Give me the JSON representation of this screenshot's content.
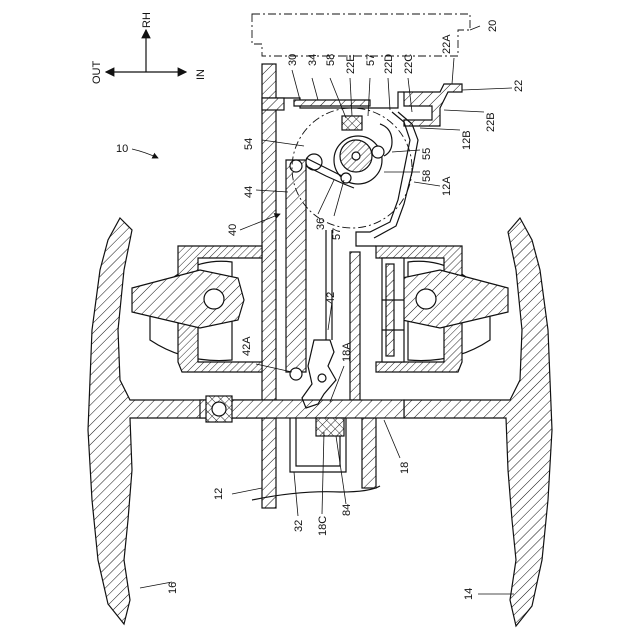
{
  "figure": {
    "directions": {
      "up": "RH",
      "left": "OUT",
      "right": "IN"
    },
    "assembly_ref": "10",
    "labels": {
      "l20": "20",
      "l22": "22",
      "l22A": "22A",
      "l22B": "22B",
      "l22C": "22C",
      "l22D": "22D",
      "l22E": "22E",
      "l30": "30",
      "l34": "34",
      "l58a": "58",
      "l57a": "57",
      "l54": "54",
      "l12B": "12B",
      "l55": "55",
      "l58b": "58",
      "l12A": "12A",
      "l44": "44",
      "l36": "36",
      "l57b": "57",
      "l40": "40",
      "l42": "42",
      "l42A": "42A",
      "l18A": "18A",
      "l18": "18",
      "l12": "12",
      "l32": "32",
      "l18C": "18C",
      "l84": "84",
      "l16": "16",
      "l14": "14"
    }
  }
}
